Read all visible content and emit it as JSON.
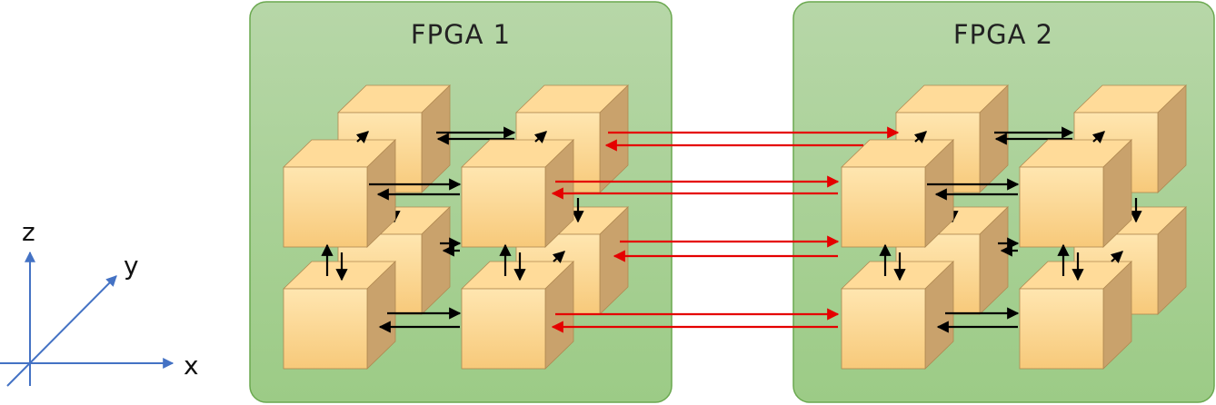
{
  "axes": {
    "labels": {
      "z": "z",
      "y": "y",
      "x": "x"
    },
    "color": "#4472c4"
  },
  "panels": [
    {
      "title": "FPGA 1"
    },
    {
      "title": "FPGA 2"
    }
  ],
  "colors": {
    "panel_fill_top": "#b7d7a8",
    "panel_fill_bottom": "#9ccb86",
    "panel_stroke": "#6aa84f",
    "cube_front_top": "#ffe6b0",
    "cube_front_bottom": "#f7c97a",
    "cube_side": "#c9a26c",
    "cube_top": "#ffdb99",
    "intra_link": "#000000",
    "inter_link": "#e50000"
  },
  "icons": {
    "cube": "cube-node-icon",
    "arrow": "link-arrow-icon"
  }
}
